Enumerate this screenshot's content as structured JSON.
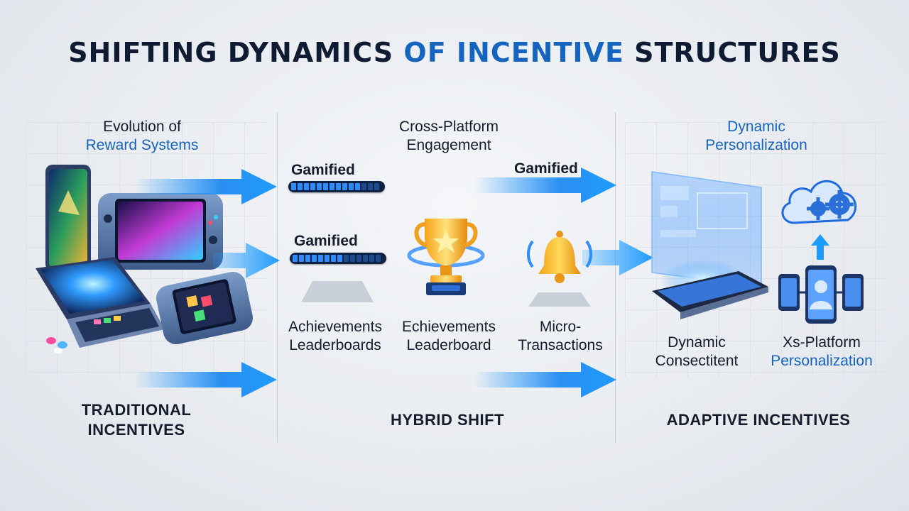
{
  "title": {
    "part1": "SHIFTING DYNAMICS ",
    "part2": "OF INCENTIVE",
    "part3": " STRUCTURES"
  },
  "columns": {
    "left": {
      "heading_line1": "Evolution of",
      "heading_line2": "Reward Systems",
      "footer_line1": "TRADITIONAL",
      "footer_line2": "INCENTIVES"
    },
    "middle": {
      "heading_line1": "Cross-Platform",
      "heading_line2": "Engagement",
      "bar1_label": "Gamified",
      "bar2_label": "Gamified",
      "bar1_progress": 0.78,
      "bar2_progress": 0.6,
      "item1_line1": "Achievements",
      "item1_line2": "Leaderboards",
      "item2_line1": "Echievements",
      "item2_line2": "Leaderboard",
      "item3_line1": "Micro-",
      "item3_line2": "Transactions",
      "arrow_label": "Gamified",
      "footer": "HYBRID SHIFT"
    },
    "right": {
      "heading_line1": "Dynamic",
      "heading_line2": "Personalization",
      "item1_line1": "Dynamic",
      "item1_line2": "Consectitent",
      "item2_line1": "Xs-Platform",
      "item2_line2": "Personalization",
      "footer": "ADAPTIVE INCENTIVES"
    }
  },
  "icons": [
    "devices-collage-icon",
    "trophy-icon",
    "bell-icon",
    "tablet-hologram-icon",
    "cloud-gears-icon",
    "multi-device-user-icon"
  ],
  "colors": {
    "accent": "#1565c0",
    "arrow": "#1e9bff",
    "title": "#0f1a33"
  }
}
